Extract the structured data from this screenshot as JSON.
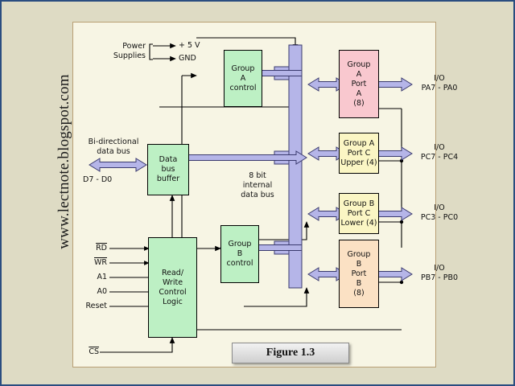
{
  "slide": {
    "watermark": "www.lectnote.blogspot.com",
    "figure_caption": "Figure 1.3",
    "colors": {
      "background": "#dedbc4",
      "panel": "#f7f5e4",
      "panel_border": "#b99f74",
      "slide_border": "#2a4d80",
      "control_block": "#bdf0c4",
      "port_a": "#f9c8cf",
      "port_c": "#fbf6c4",
      "port_b": "#fbe1c4",
      "bus_arrow": "#b5b5e8",
      "wire": "#000000"
    }
  },
  "power": {
    "label_line1": "Power",
    "label_line2": "Supplies",
    "rail_plus": "+ 5 V",
    "rail_gnd": "GND"
  },
  "blocks": {
    "group_a_control": [
      "Group",
      "A",
      "control"
    ],
    "group_b_control": [
      "Group",
      "B",
      "control"
    ],
    "data_bus_buffer": [
      "Data",
      "bus",
      "buffer"
    ],
    "read_write_control_logic": [
      "Read/",
      "Write",
      "Control",
      "Logic"
    ],
    "port_a": [
      "Group",
      "A",
      "Port",
      "A",
      "(8)"
    ],
    "port_c_upper": [
      "Group A",
      "Port  C",
      "Upper (4)"
    ],
    "port_c_lower": [
      "Group B",
      "Port  C",
      "Lower (4)"
    ],
    "port_b": [
      "Group",
      "B",
      "Port",
      "B",
      "(8)"
    ]
  },
  "labels": {
    "bidir_bus_line1": "Bi-directional",
    "bidir_bus_line2": "data bus",
    "data_lines": "D7 - D0",
    "internal_bus": [
      "8 bit",
      "internal",
      "data bus"
    ],
    "io": "I/O",
    "port_a_pins": "PA7 - PA0",
    "port_c_upper_pins": "PC7 - PC4",
    "port_c_lower_pins": "PC3 - PC0",
    "port_b_pins": "PB7 - PB0"
  },
  "control_inputs": [
    {
      "name": "RD",
      "overline": true
    },
    {
      "name": "WR",
      "overline": true
    },
    {
      "name": "A1",
      "overline": false
    },
    {
      "name": "A0",
      "overline": false
    },
    {
      "name": "Reset",
      "overline": false
    },
    {
      "name": "CS",
      "overline": true
    }
  ]
}
